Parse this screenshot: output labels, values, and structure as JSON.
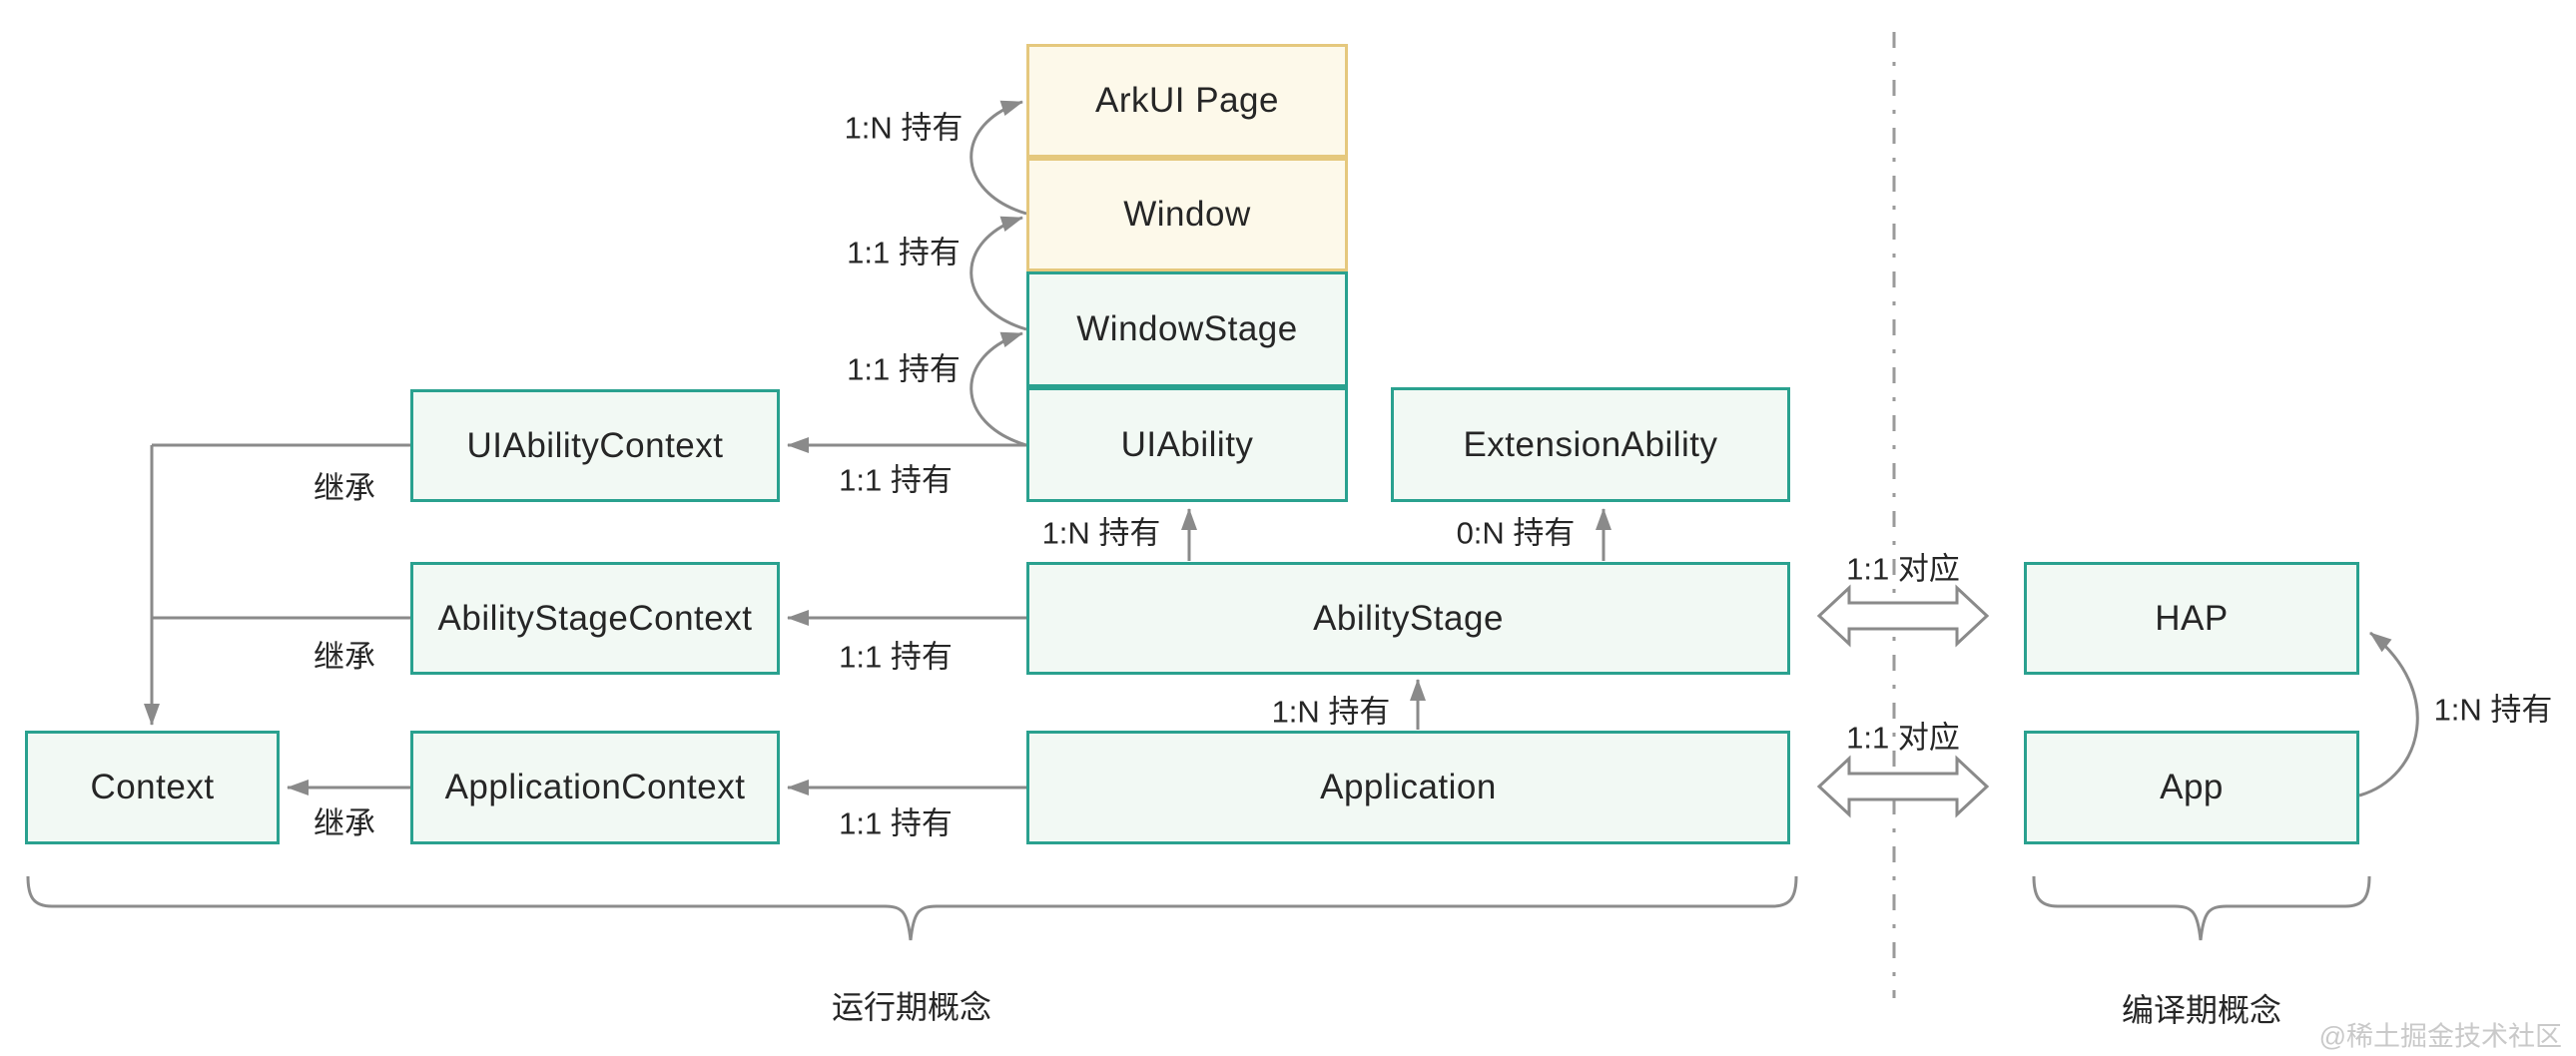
{
  "nodes": {
    "arkui_page": "ArkUI Page",
    "window": "Window",
    "window_stage": "WindowStage",
    "ui_ability": "UIAbility",
    "extension_ability": "ExtensionAbility",
    "ui_ability_context": "UIAbilityContext",
    "ability_stage_context": "AbilityStageContext",
    "application_context": "ApplicationContext",
    "context": "Context",
    "ability_stage": "AbilityStage",
    "application": "Application",
    "hap": "HAP",
    "app": "App"
  },
  "relations": {
    "window_holds_page": "1:N 持有",
    "stage_holds_window": "1:1 持有",
    "ability_holds_windowstage": "1:1 持有",
    "ability_holds_uicontext": "1:1 持有",
    "inherit_ui": "继承",
    "inherit_stage": "继承",
    "inherit_application": "继承",
    "abilitystage_holds_uiability": "1:N 持有",
    "abilitystage_holds_extension": "0:N 持有",
    "abilitystage_holds_stagecontext": "1:1 持有",
    "application_holds_abilitystage": "1:N 持有",
    "application_holds_appcontext": "1:1 持有",
    "abilitystage_maps_hap": "1:1 对应",
    "application_maps_app": "1:1 对应",
    "app_holds_hap": "1:N 持有"
  },
  "sections": {
    "runtime": "运行期概念",
    "compile": "编译期概念"
  },
  "watermark": "@稀土掘金技术社区",
  "colors": {
    "teal_border": "#2aa18f",
    "mint_fill": "#f2f9f4",
    "sand_border": "#e5c87d",
    "cream_fill": "#fdf9ea",
    "line_gray": "#8a8a8a",
    "text": "#262626",
    "watermark_gray": "#c9c9c9"
  }
}
